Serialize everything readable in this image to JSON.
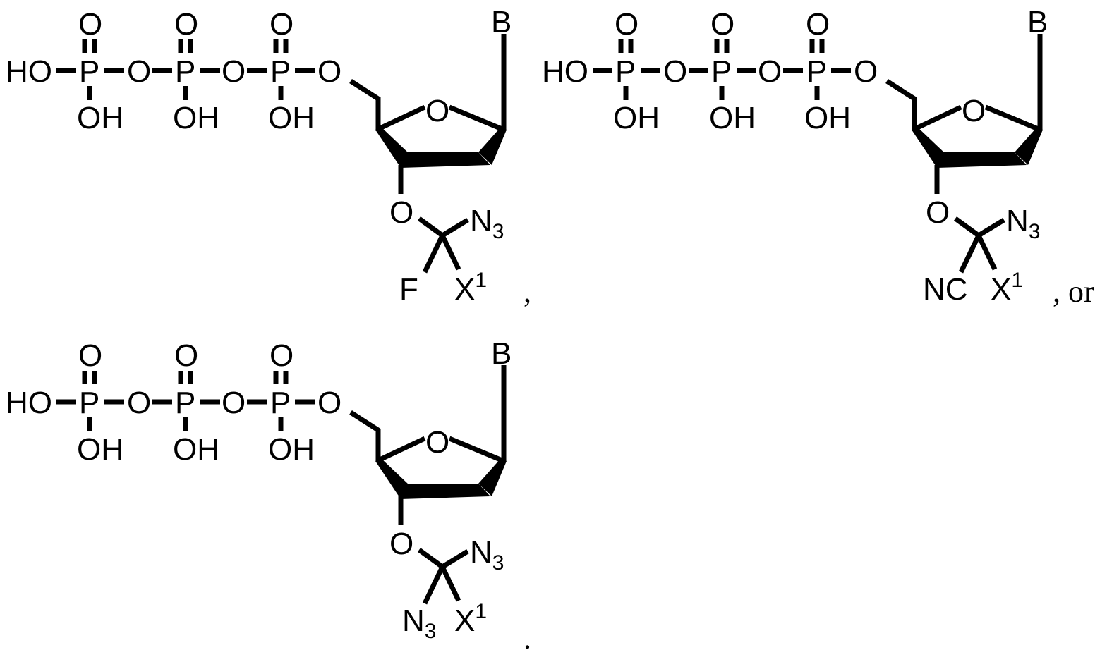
{
  "figure": {
    "type": "chemical-structures",
    "background": "#ffffff",
    "ink_color": "#000000",
    "structures": [
      {
        "id": "structure-1",
        "phosphate_chain": {
          "terminal": "HO",
          "phosphorus": [
            "P",
            "P",
            "P"
          ],
          "bridging_oxygen": [
            "O",
            "O",
            "O"
          ],
          "double_bond_oxygen": [
            "O",
            "O",
            "O"
          ],
          "hydroxyl": [
            "OH",
            "OH",
            "OH"
          ]
        },
        "ring_oxygen": "O",
        "base": "B",
        "ether_oxygen": "O",
        "substituents": {
          "upper_right": "N",
          "upper_right_sub": "3",
          "lower_left": "F",
          "lower_left_sub": "",
          "lower_right": "X",
          "lower_right_sup": "1"
        },
        "trailing_punctuation": ","
      },
      {
        "id": "structure-2",
        "phosphate_chain": {
          "terminal": "HO",
          "phosphorus": [
            "P",
            "P",
            "P"
          ],
          "bridging_oxygen": [
            "O",
            "O",
            "O"
          ],
          "double_bond_oxygen": [
            "O",
            "O",
            "O"
          ],
          "hydroxyl": [
            "OH",
            "OH",
            "OH"
          ]
        },
        "ring_oxygen": "O",
        "base": "B",
        "ether_oxygen": "O",
        "substituents": {
          "upper_right": "N",
          "upper_right_sub": "3",
          "lower_left": "NC",
          "lower_left_sub": "",
          "lower_right": "X",
          "lower_right_sup": "1"
        },
        "trailing_punctuation": ", or"
      },
      {
        "id": "structure-3",
        "phosphate_chain": {
          "terminal": "HO",
          "phosphorus": [
            "P",
            "P",
            "P"
          ],
          "bridging_oxygen": [
            "O",
            "O",
            "O"
          ],
          "double_bond_oxygen": [
            "O",
            "O",
            "O"
          ],
          "hydroxyl": [
            "OH",
            "OH",
            "OH"
          ]
        },
        "ring_oxygen": "O",
        "base": "B",
        "ether_oxygen": "O",
        "substituents": {
          "upper_right": "N",
          "upper_right_sub": "3",
          "lower_left": "N",
          "lower_left_sub": "3",
          "lower_right": "X",
          "lower_right_sup": "1"
        },
        "trailing_punctuation": "."
      }
    ]
  }
}
